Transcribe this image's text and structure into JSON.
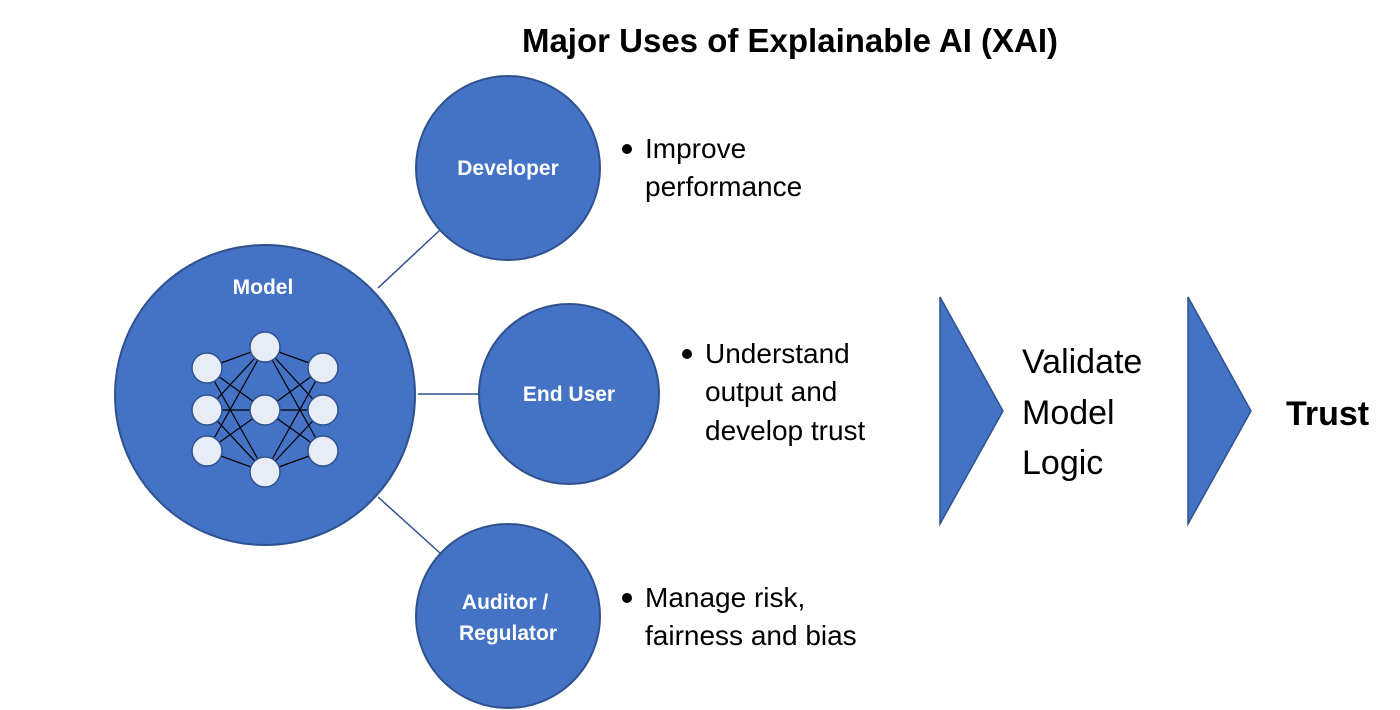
{
  "title": "Major Uses of Explainable AI (XAI)",
  "colors": {
    "circle_fill": "#4472C4",
    "circle_stroke": "#2F528F",
    "node_fill": "#E8EDF5",
    "connector": "#2F528F",
    "text": "#000000"
  },
  "model": {
    "label": "Model",
    "icon": "neural-network-icon"
  },
  "stakeholders": [
    {
      "label_lines": [
        "Developer"
      ],
      "bullet_lines": [
        "Improve",
        "performance"
      ]
    },
    {
      "label_lines": [
        "End User"
      ],
      "bullet_lines": [
        "Understand",
        "output and",
        "develop trust"
      ]
    },
    {
      "label_lines": [
        "Auditor /",
        "Regulator"
      ],
      "bullet_lines": [
        "Manage risk,",
        "fairness and bias"
      ]
    }
  ],
  "flow": {
    "step_lines": [
      "Validate",
      "Model",
      "Logic"
    ],
    "result": "Trust"
  }
}
